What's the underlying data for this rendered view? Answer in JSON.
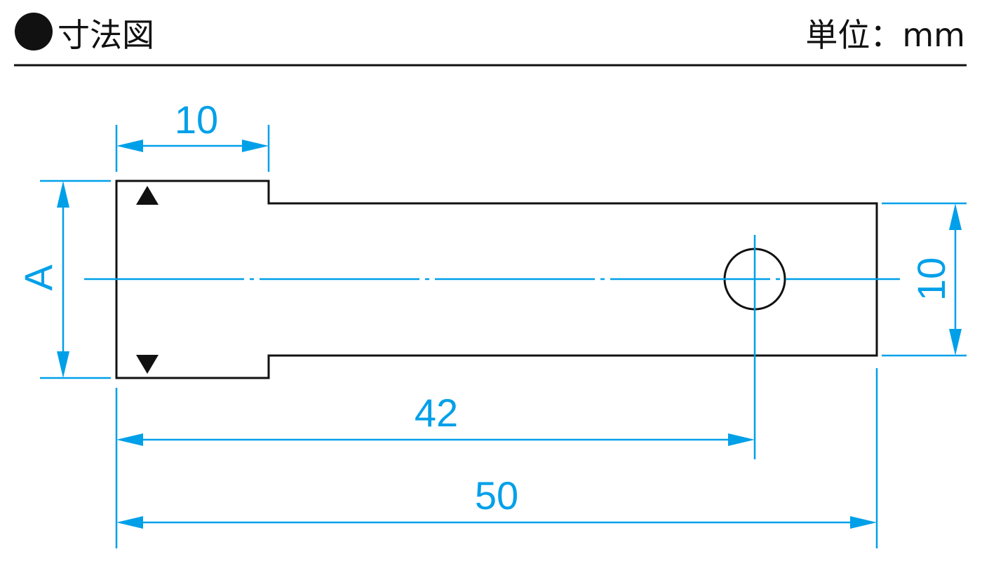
{
  "header": {
    "title": "寸法図",
    "unit_label": "単位：mm"
  },
  "dimensions": {
    "head_length": "10",
    "head_height": "A",
    "shaft_height": "10",
    "hole_position": "42",
    "total_length": "50"
  },
  "colors": {
    "dimension": "#00a0e9",
    "outline": "#111111"
  }
}
